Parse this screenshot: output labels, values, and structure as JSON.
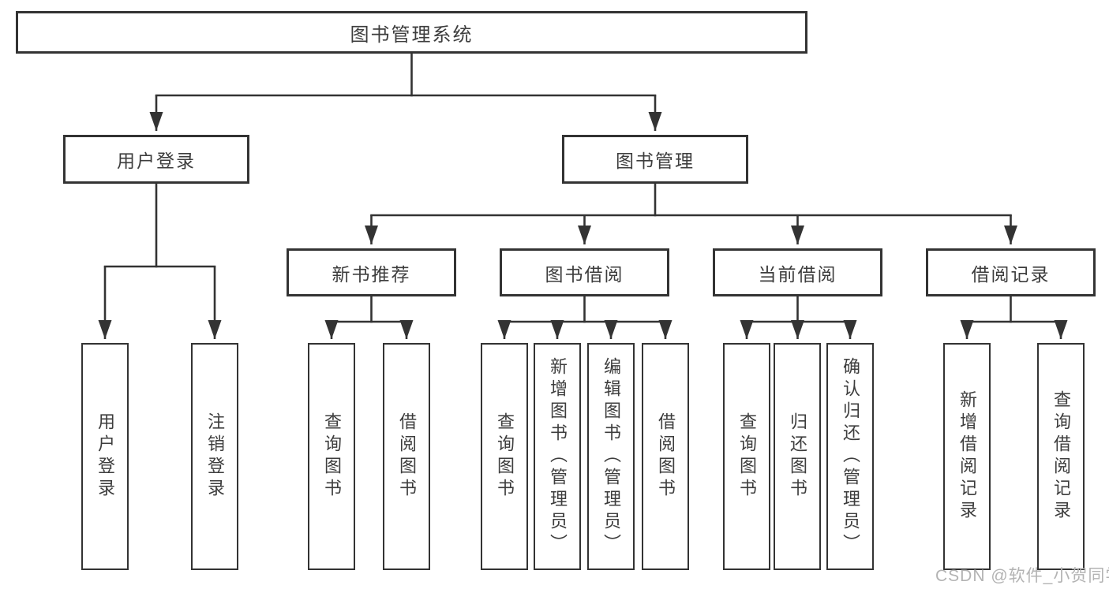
{
  "diagram": {
    "title": "图书管理系统",
    "root": {
      "label": "图书管理系统"
    },
    "level2": [
      {
        "label": "用户登录",
        "parent": "图书管理系统"
      },
      {
        "label": "图书管理",
        "parent": "图书管理系统"
      }
    ],
    "level3": [
      {
        "label": "新书推荐",
        "parent": "图书管理"
      },
      {
        "label": "图书借阅",
        "parent": "图书管理"
      },
      {
        "label": "当前借阅",
        "parent": "图书管理"
      },
      {
        "label": "借阅记录",
        "parent": "图书管理"
      }
    ],
    "leaves": [
      {
        "label": "用户登录",
        "parent": "用户登录"
      },
      {
        "label": "注销登录",
        "parent": "用户登录"
      },
      {
        "label": "查询图书",
        "parent": "新书推荐"
      },
      {
        "label": "借阅图书",
        "parent": "新书推荐"
      },
      {
        "label": "查询图书",
        "parent": "图书借阅"
      },
      {
        "label": "新增图书（管理员）",
        "parent": "图书借阅"
      },
      {
        "label": "编辑图书（管理员）",
        "parent": "图书借阅"
      },
      {
        "label": "借阅图书",
        "parent": "图书借阅"
      },
      {
        "label": "查询图书",
        "parent": "当前借阅"
      },
      {
        "label": "归还图书",
        "parent": "当前借阅"
      },
      {
        "label": "确认归还（管理员）",
        "parent": "当前借阅"
      },
      {
        "label": "新增借阅记录",
        "parent": "借阅记录"
      },
      {
        "label": "查询借阅记录",
        "parent": "借阅记录"
      }
    ],
    "watermark": "CSDN @软件_小贺同学",
    "colors": {
      "line": "#333333",
      "box_border": "#333333",
      "box_fill": "#ffffff",
      "text": "#3d3d3d",
      "watermark": "#b3b3b3",
      "background": "#ffffff"
    }
  }
}
